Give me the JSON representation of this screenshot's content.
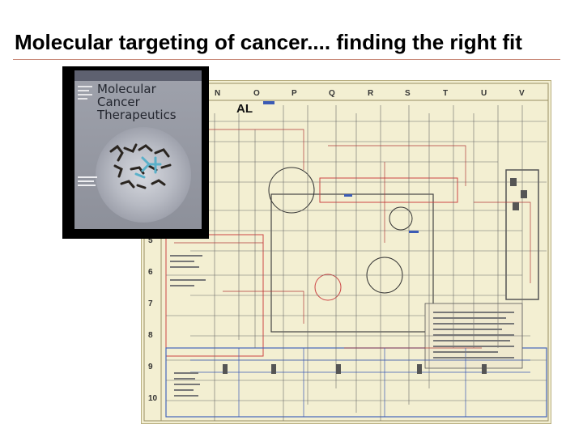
{
  "slide": {
    "title": "Molecular targeting of cancer.... finding the right fit"
  },
  "pathway_map": {
    "column_labels": [
      "N",
      "O",
      "P",
      "Q",
      "R",
      "S",
      "T",
      "U",
      "V"
    ],
    "row_labels": [
      "5",
      "6",
      "7",
      "8",
      "9",
      "10"
    ],
    "header_fragment": "AL"
  },
  "journal_cover": {
    "title_lines": [
      "Molecular",
      "Cancer",
      "Therapeutics"
    ]
  },
  "colors": {
    "title_rule": "#c98a7a",
    "poster_background": "#f3efd2",
    "cover_background": "#9fa2ac"
  }
}
